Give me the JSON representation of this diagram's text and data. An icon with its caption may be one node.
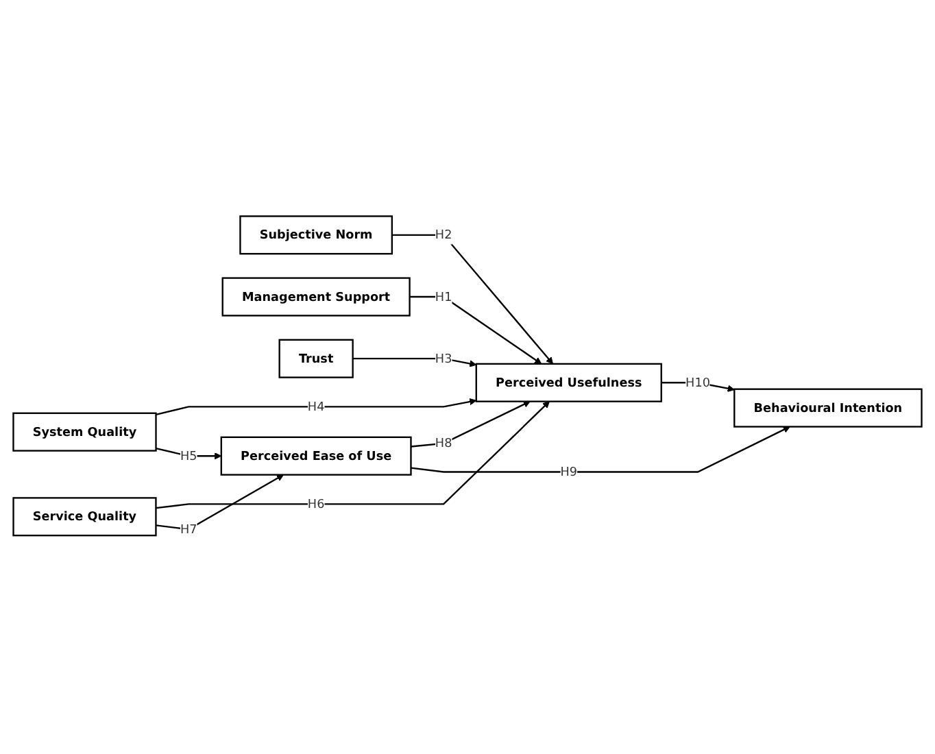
{
  "diagram": {
    "nodes": [
      {
        "text": [
          "Subjective Norm"
        ]
      },
      {
        "text": [
          "Management Support"
        ]
      },
      {
        "text": [
          "Trust"
        ]
      },
      {
        "text": [
          "Perceived Usefulness"
        ]
      },
      {
        "text": [
          "System Quality"
        ]
      },
      {
        "text": [
          "Behavioural Intention"
        ]
      },
      {
        "text": [
          "Service Quality"
        ]
      },
      {
        "text": [
          "Perceived Ease of Use"
        ]
      }
    ],
    "edges": [
      {
        "from": 1,
        "to": 3,
        "arrow": "to",
        "label": "H1"
      },
      {
        "from": 0,
        "to": 3,
        "arrow": "to",
        "label": "H2"
      },
      {
        "from": 2,
        "to": 3,
        "arrow": "to",
        "label": "H3"
      },
      {
        "from": 4,
        "to": 3,
        "arrow": "to",
        "label": "H4"
      },
      {
        "from": 4,
        "to": 7,
        "arrow": "to",
        "label": "H5"
      },
      {
        "from": 6,
        "to": 3,
        "arrow": "to",
        "label": "H6"
      },
      {
        "from": 6,
        "to": 7,
        "arrow": "to",
        "label": "H7"
      },
      {
        "from": 7,
        "to": 3,
        "arrow": "to",
        "label": "H8"
      },
      {
        "from": 7,
        "to": 5,
        "arrow": "to",
        "label": "H9"
      },
      {
        "from": 3,
        "to": 5,
        "arrow": "to",
        "label": "H10"
      }
    ]
  }
}
